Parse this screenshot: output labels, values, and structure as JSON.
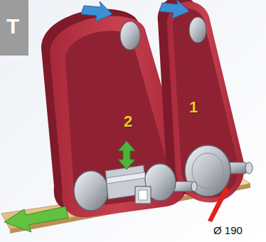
{
  "diagram": {
    "labels": [
      "T",
      "2",
      "1",
      "Ø 190"
    ]
  }
}
